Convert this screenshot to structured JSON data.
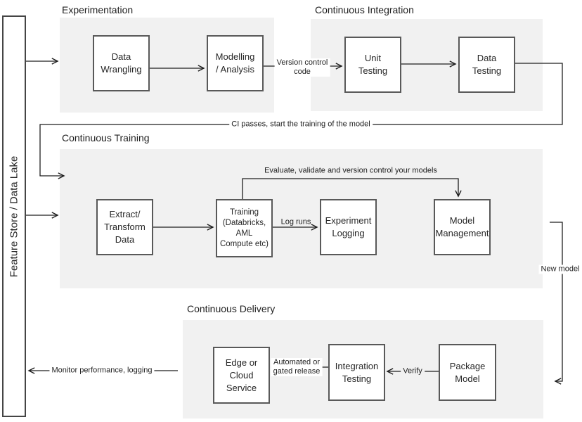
{
  "feature_store": {
    "label": "Feature Store / Data Lake"
  },
  "sections": {
    "experimentation": {
      "title": "Experimentation"
    },
    "continuous_integration": {
      "title": "Continuous Integration"
    },
    "continuous_training": {
      "title": "Continuous Training"
    },
    "continuous_delivery": {
      "title": "Continuous Delivery"
    }
  },
  "nodes": {
    "data_wrangling": {
      "label": "Data\nWrangling"
    },
    "modelling_analysis": {
      "label": "Modelling\n/ Analysis"
    },
    "unit_testing": {
      "label": "Unit\nTesting"
    },
    "data_testing": {
      "label": "Data\nTesting"
    },
    "extract_transform": {
      "label": "Extract/\nTransform\nData"
    },
    "training": {
      "label": "Training\n(Databricks,\nAML\nCompute etc)"
    },
    "experiment_logging": {
      "label": "Experiment\nLogging"
    },
    "model_management": {
      "label": "Model\nManagement"
    },
    "edge_cloud_service": {
      "label": "Edge or\nCloud\nService"
    },
    "integration_testing": {
      "label": "Integration\nTesting"
    },
    "package_model": {
      "label": "Package\nModel"
    }
  },
  "edges": {
    "version_control": {
      "label": "Version control\ncode"
    },
    "ci_passes": {
      "label": "CI passes, start the training of the model"
    },
    "evaluate": {
      "label": "Evaluate, validate and version control your models"
    },
    "log_runs": {
      "label": "Log runs"
    },
    "new_model": {
      "label": "New model"
    },
    "verify": {
      "label": "Verify"
    },
    "automated_release": {
      "label": "Automated or\ngated release"
    },
    "monitor": {
      "label": "Monitor performance, logging"
    }
  },
  "colors": {
    "panel_background": "#f1f1f1",
    "node_border": "#595959",
    "connector": "#1f1f1f"
  }
}
